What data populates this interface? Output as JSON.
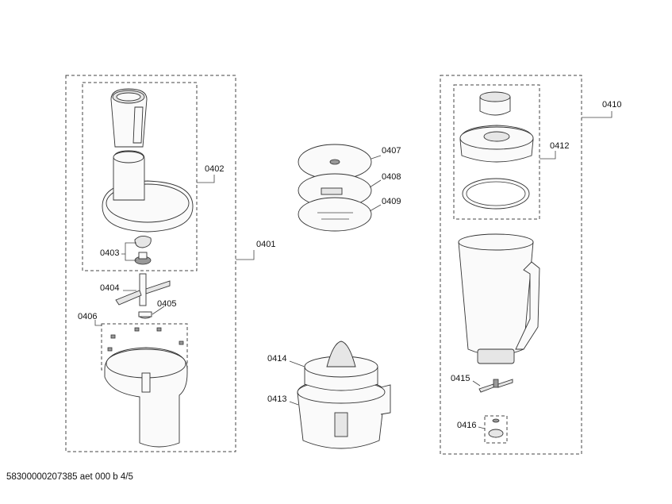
{
  "parts": {
    "p0401": "0401",
    "p0402": "0402",
    "p0403": "0403",
    "p0404": "0404",
    "p0405": "0405",
    "p0406": "0406",
    "p0407": "0407",
    "p0408": "0408",
    "p0409": "0409",
    "p0410": "0410",
    "p0412": "0412",
    "p0413": "0413",
    "p0414": "0414",
    "p0415": "0415",
    "p0416": "0416"
  },
  "footer": "58300000207385 aet 000 b 4/5"
}
